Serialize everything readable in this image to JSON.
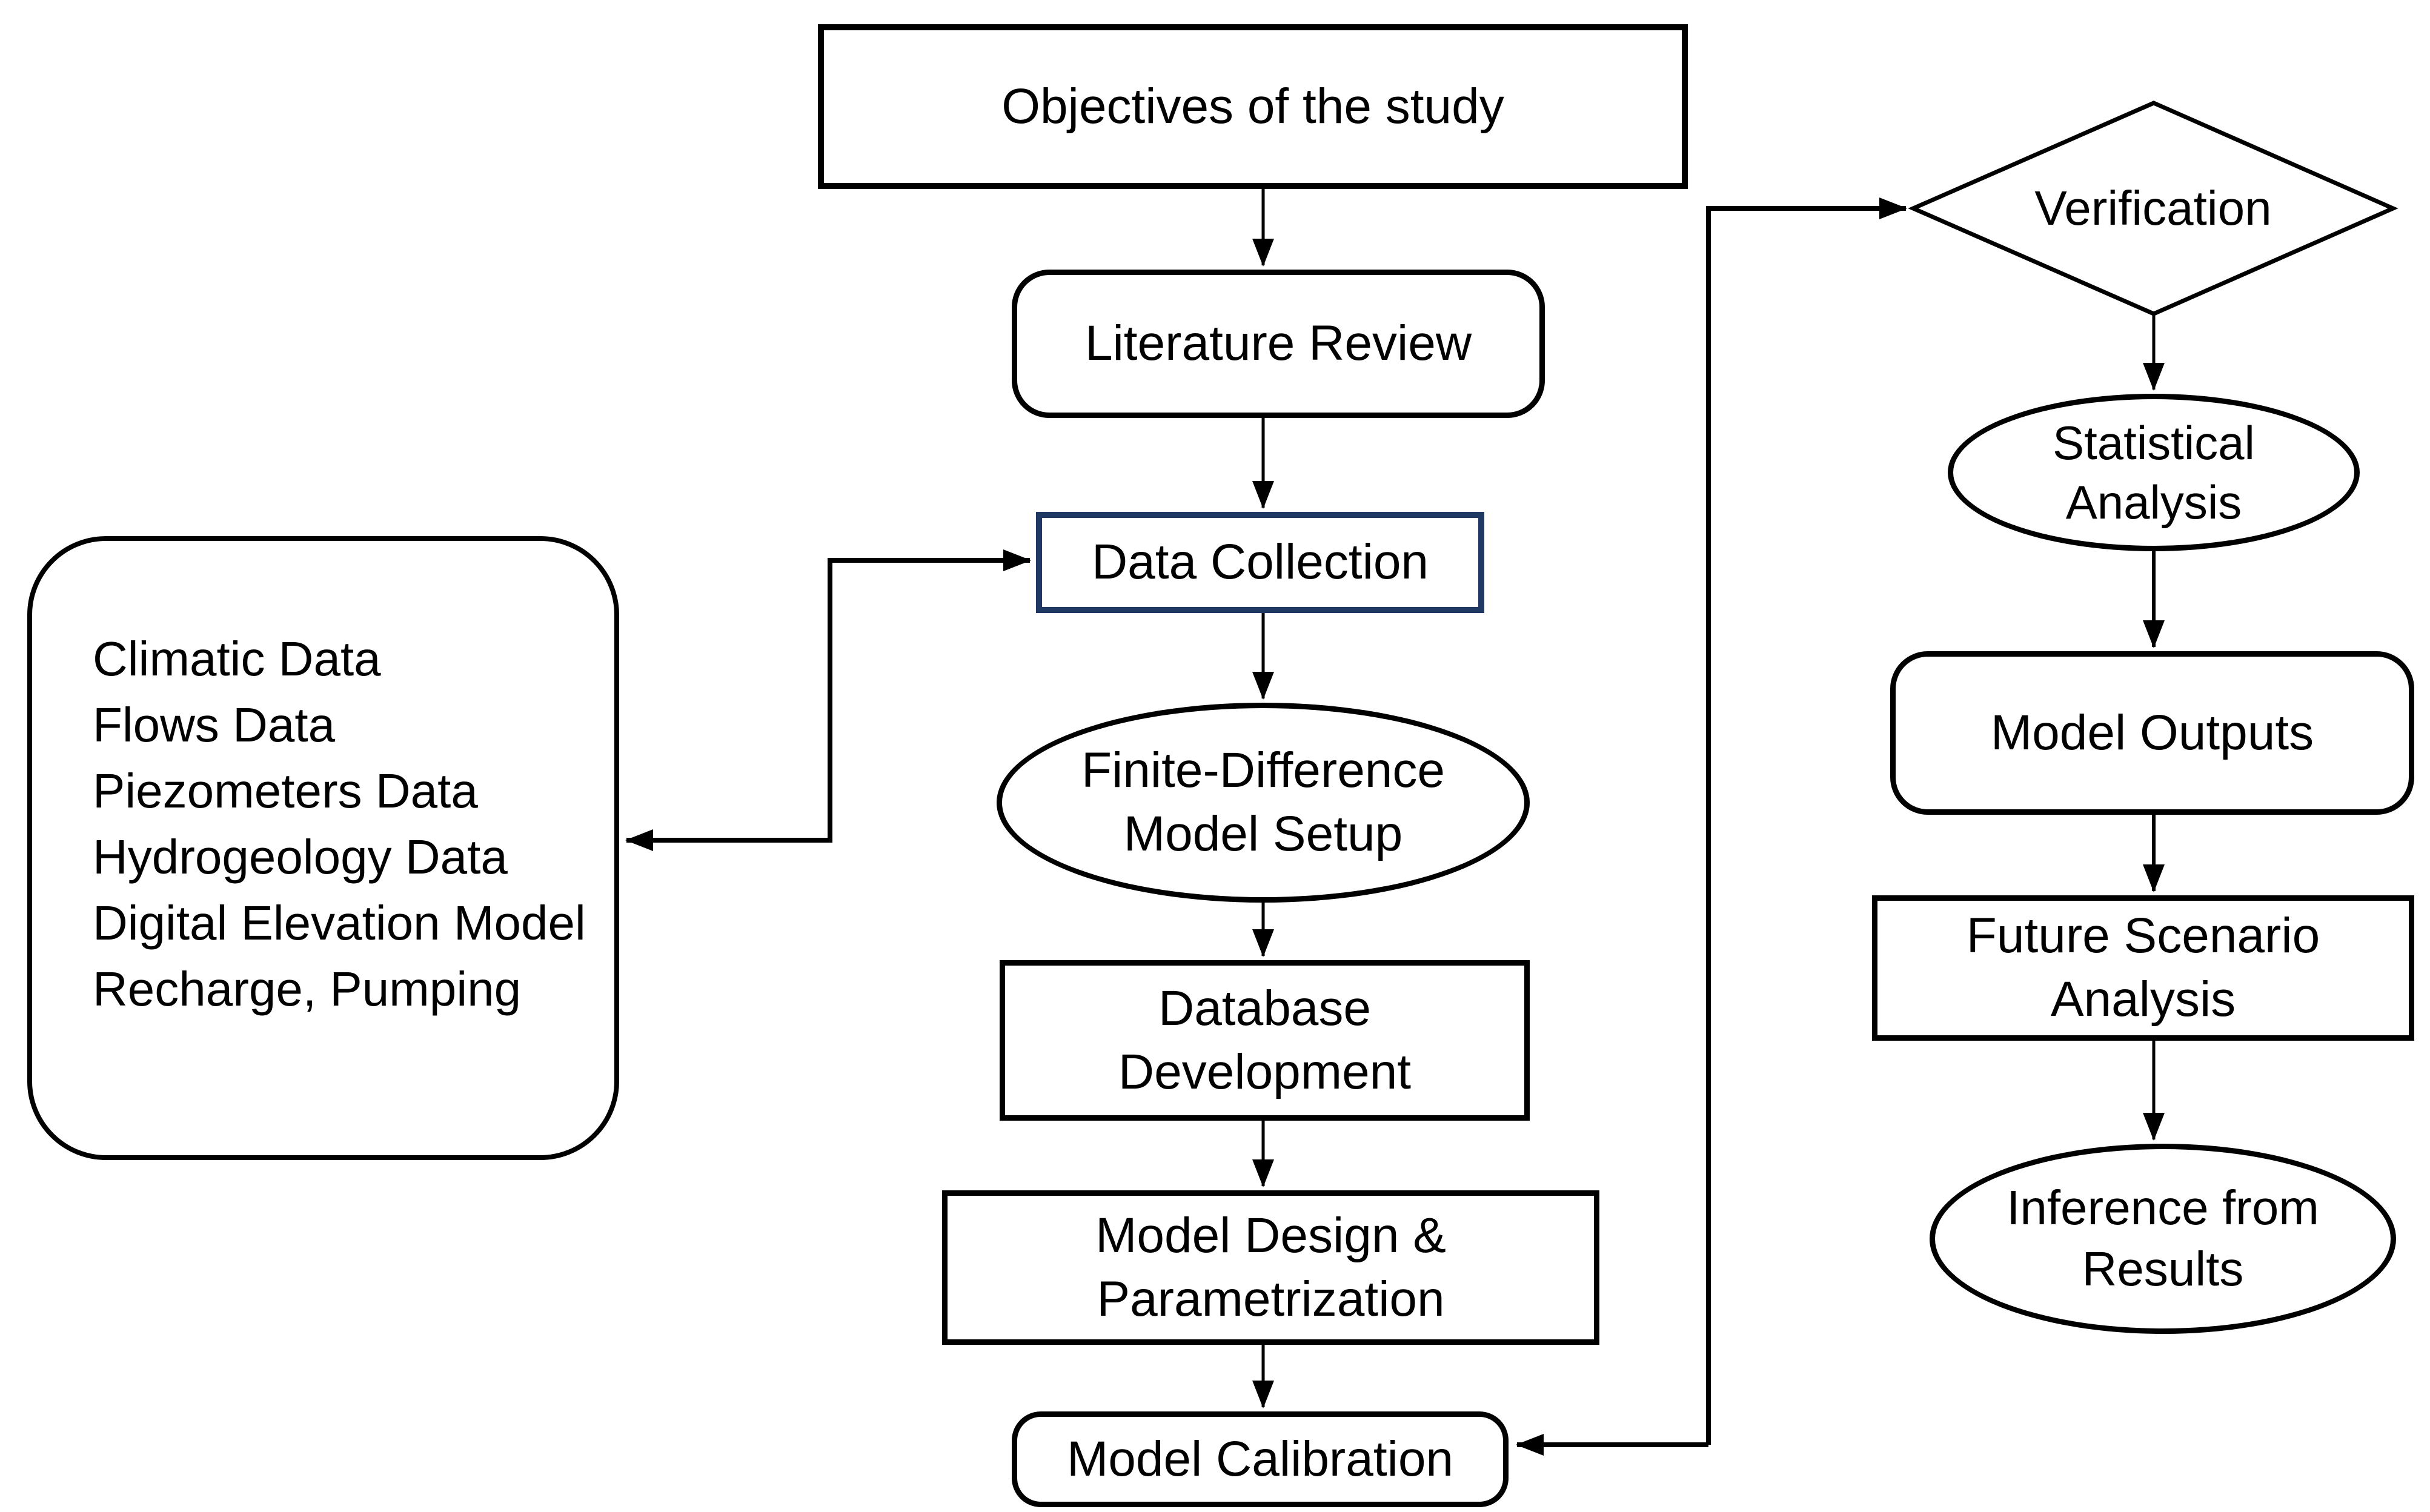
{
  "colors": {
    "data_collection_border": "#1f3864",
    "line_color": "#000000",
    "background": "#ffffff"
  },
  "nodes": {
    "objectives": {
      "shape": "rectangle",
      "lines": [
        "Objectives of the study"
      ]
    },
    "literature_review": {
      "shape": "rounded-rectangle",
      "lines": [
        "Literature Review"
      ]
    },
    "data_collection": {
      "shape": "rectangle",
      "lines": [
        "Data Collection"
      ]
    },
    "finite_difference_model_setup": {
      "shape": "ellipse",
      "lines": [
        "Finite-Difference",
        "Model Setup"
      ]
    },
    "database_development": {
      "shape": "rectangle",
      "lines": [
        "Database",
        "Development"
      ]
    },
    "model_design_parametrization": {
      "shape": "rectangle",
      "lines": [
        "Model Design &",
        "Parametrization"
      ]
    },
    "model_calibration": {
      "shape": "rounded-rectangle",
      "lines": [
        "Model Calibration"
      ]
    },
    "verification": {
      "shape": "diamond",
      "lines": [
        "Verification"
      ]
    },
    "statistical_analysis": {
      "shape": "ellipse",
      "lines": [
        "Statistical",
        "Analysis"
      ]
    },
    "model_outputs": {
      "shape": "rounded-rectangle",
      "lines": [
        "Model Outputs"
      ]
    },
    "future_scenario_analysis": {
      "shape": "rectangle",
      "lines": [
        "Future Scenario",
        "Analysis"
      ]
    },
    "inference_from_results": {
      "shape": "ellipse",
      "lines": [
        "Inference from",
        "Results"
      ]
    }
  },
  "left_box": {
    "items": [
      "Climatic Data",
      "Flows Data",
      "Piezometers Data",
      "Hydrogeology Data",
      "Digital Elevation Model",
      "Recharge, Pumping"
    ]
  }
}
